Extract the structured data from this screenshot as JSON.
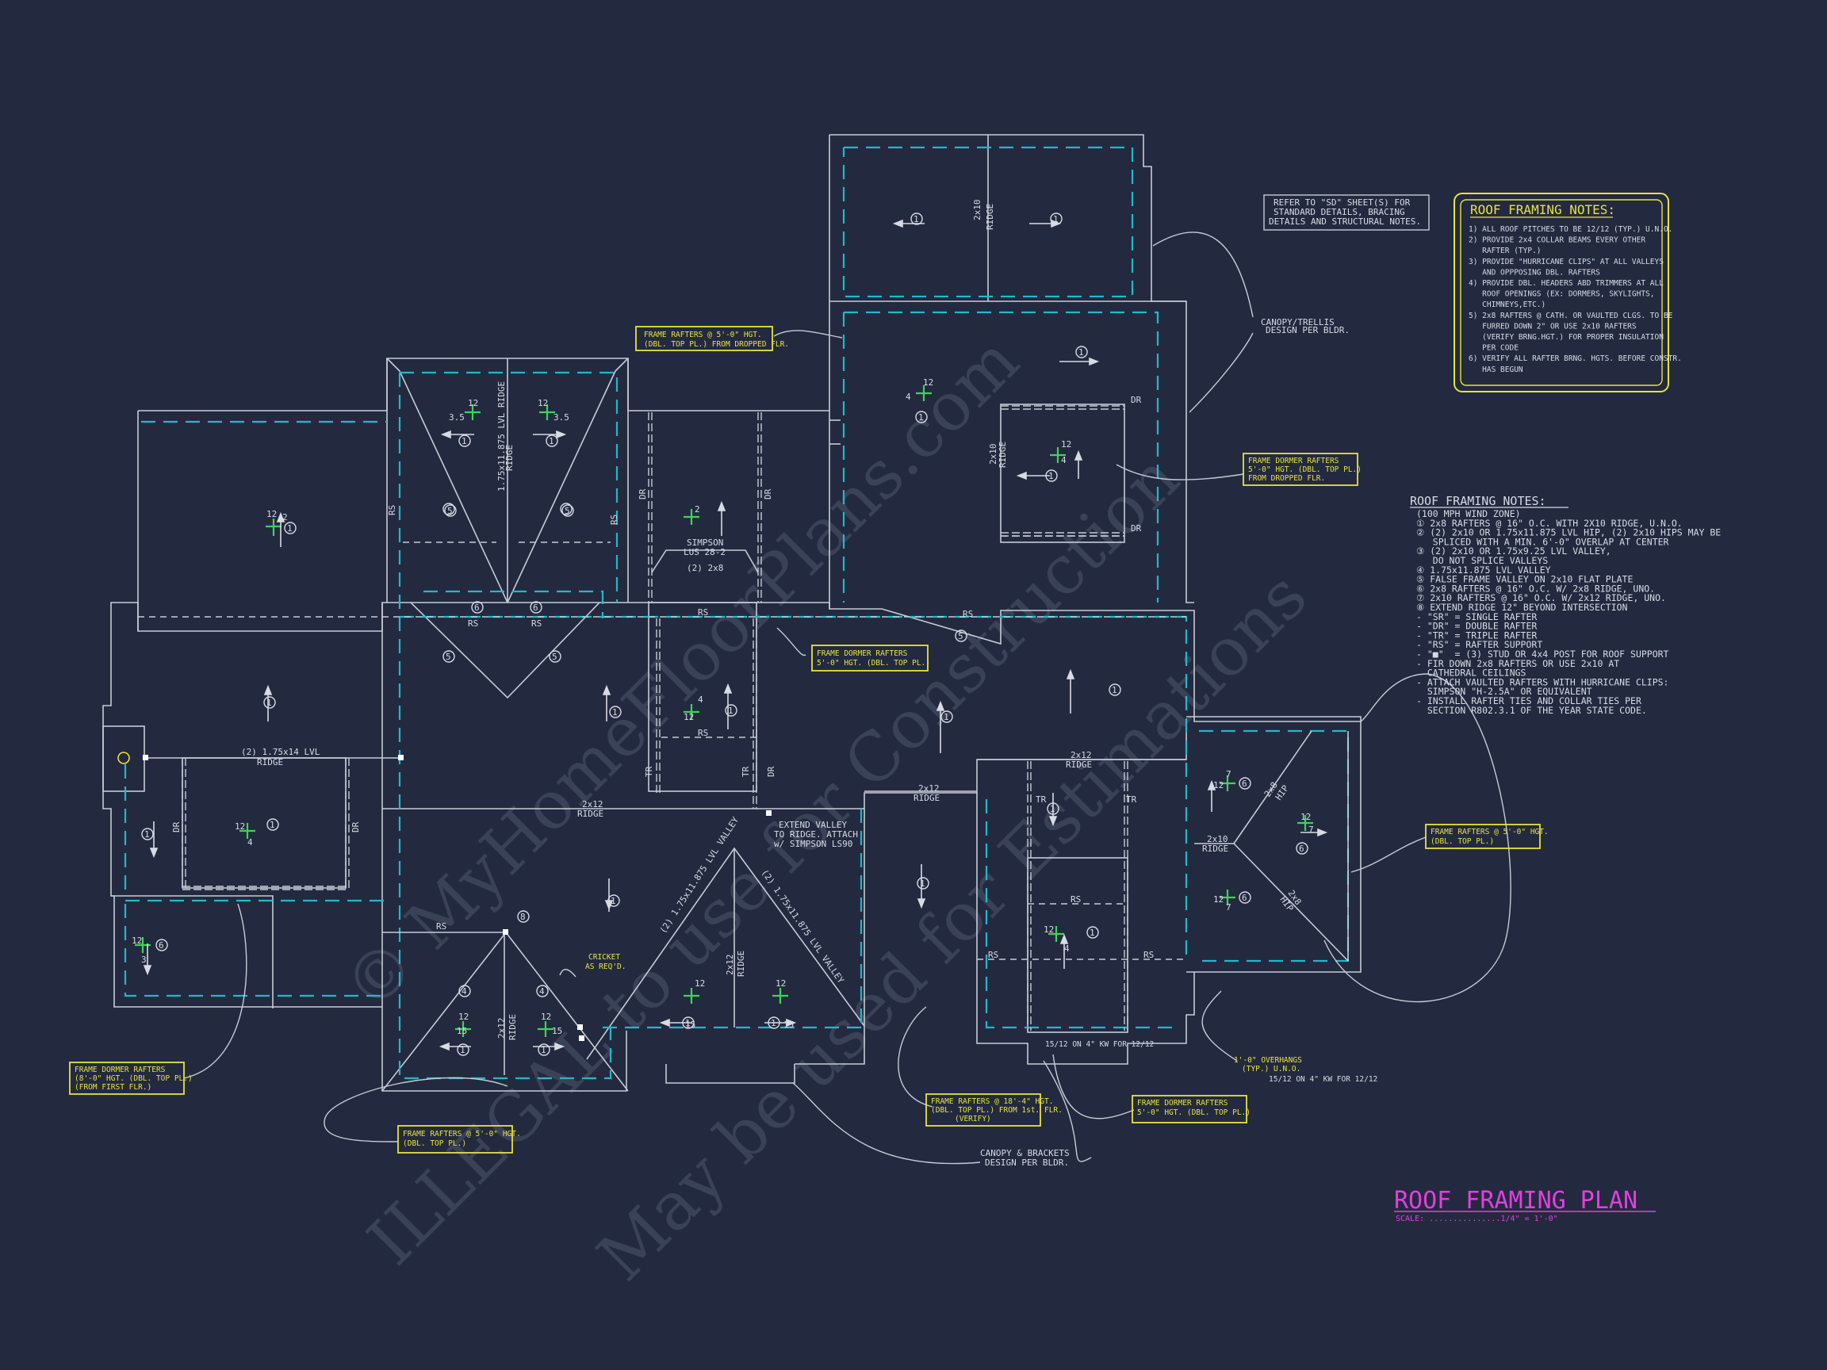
{
  "watermarks": [
    "© MyHomeFloorPlans.com",
    "ILLEGAL to use for Construction",
    "May be used for Estimations"
  ],
  "notes_box": {
    "heading": "ROOF FRAMING NOTES:",
    "items": [
      "1) ALL ROOF PITCHES TO BE 12/12 (TYP.) U.N.O.",
      "2) PROVIDE 2x4 COLLAR BEAMS EVERY OTHER",
      "   RAFTER (TYP.)",
      "3) PROVIDE \"HURRICANE CLIPS\" AT ALL VALLEYS",
      "   AND OPPPOSING DBL. RAFTERS",
      "4) PROVIDE DBL. HEADERS ABD TRIMMERS AT ALL",
      "   ROOF OPENINGS (EX: DORMERS, SKYLIGHTS,",
      "   CHIMNEYS,ETC.)",
      "5) 2x8 RAFTERS @ CATH. OR VAULTED CLGS. TO BE",
      "   FURRED DOWN 2\" OR USE 2x10 RAFTERS",
      "   (VERIFY BRNG.HGT.) FOR PROPER INSULATION",
      "   PER CODE",
      "6) VERIFY ALL RAFTER BRNG. HGTS. BEFORE CONSTR.",
      "   HAS BEGUN"
    ]
  },
  "refer_note": [
    "REFER TO \"SD\" SHEET(S) FOR",
    "STANDARD DETAILS, BRACING",
    "DETAILS AND STRUCTURAL NOTES."
  ],
  "legend": {
    "heading": "ROOF FRAMING NOTES:",
    "items": [
      "(100 MPH WIND ZONE)",
      "① 2x8 RAFTERS @ 16\" O.C. WITH 2X10 RIDGE, U.N.O.",
      "② (2) 2x10 OR 1.75x11.875 LVL HIP, (2) 2x10 HIPS MAY BE",
      "   SPLICED WITH A MIN. 6'-0\" OVERLAP AT CENTER",
      "③ (2) 2x10 OR 1.75x9.25 LVL VALLEY,",
      "   DO NOT SPLICE VALLEYS",
      "④ 1.75x11.875 LVL VALLEY",
      "⑤ FALSE FRAME VALLEY ON 2x10 FLAT PLATE",
      "⑥ 2x8 RAFTERS @ 16\" O.C. W/ 2x8 RIDGE, UNO.",
      "⑦ 2x10 RAFTERS @ 16\" O.C. W/ 2x12 RIDGE, UNO.",
      "⑧ EXTEND RIDGE 12\" BEYOND INTERSECTION",
      "- \"SR\" = SINGLE RAFTER",
      "- \"DR\" = DOUBLE RAFTER",
      "- \"TR\" = TRIPLE RAFTER",
      "- \"RS\" = RAFTER SUPPORT",
      "- \"■\"  = (3) STUD OR 4x4 POST FOR ROOF SUPPORT",
      "- FIR DOWN 2x8 RAFTERS OR USE 2x10 AT",
      "  CATHEDRAL CEILINGS",
      "- ATTACH VAULTED RAFTERS WITH HURRICANE CLIPS:",
      "  SIMPSON \"H-2.5A\" OR EQUIVALENT",
      "- INSTALL RAFTER TIES AND COLLAR TIES PER",
      "  SECTION R802.3.1 OF THE YEAR STATE CODE."
    ]
  },
  "callouts": {
    "c1": [
      "FRAME RAFTERS @ 5'-0\" HGT.",
      "(DBL. TOP PL.) FROM DROPPED FLR."
    ],
    "c2": [
      "FRAME DORMER RAFTERS",
      "5'-0\" HGT. (DBL. TOP PL.)",
      "FROM DROPPED FLR."
    ],
    "c3": [
      "FRAME DORMER RAFTERS",
      "5'-0\" HGT. (DBL. TOP PL.)"
    ],
    "c4": [
      "FRAME RAFTERS @ 5'-0\" HGT.",
      "(DBL. TOP PL.)"
    ],
    "c5": [
      "FRAME DORMER RAFTERS",
      "(8'-0\" HGT. (DBL. TOP PL.)",
      "(FROM FIRST FLR.)"
    ],
    "c6": [
      "FRAME RAFTERS @ 5'-0\" HGT.",
      "(DBL. TOP PL.)"
    ],
    "c7": [
      "FRAME RAFTERS @ 18'-4\" HGT.",
      "(DBL. TOP PL.) FROM 1st. FLR.",
      "(VERIFY)"
    ],
    "c8": [
      "FRAME DORMER RAFTERS",
      "5'-0\" HGT. (DBL. TOP PL.)"
    ],
    "cricket": [
      "CRICKET",
      "AS REQ'D."
    ],
    "overhang": [
      "1'-0\" OVERHANGS",
      "(TYP.) U.N.O."
    ]
  },
  "plan_text": {
    "canopy_trellis": [
      "CANOPY/TRELLIS",
      "DESIGN PER BLDR."
    ],
    "canopy_brackets": [
      "CANOPY & BRACKETS",
      "DESIGN PER BLDR."
    ],
    "simpson": [
      "SIMPSON",
      "LUS 28-2"
    ],
    "extend_valley": [
      "EXTEND VALLEY",
      "TO RIDGE. ATTACH",
      "w/ SIMPSON LS90"
    ],
    "lvl_ridge_main": [
      "(2) 1.75x14 LVL",
      "RIDGE"
    ],
    "lvl_ridge_vert": "1.75x11.875 LVL RIDGE",
    "ridge_2x12": [
      "2x12",
      "RIDGE"
    ],
    "ridge_2x10": [
      "2x10",
      "RIDGE"
    ],
    "valley_a": "(2) 1.75x11.875 LVL VALLEY",
    "valley_b": "(2) 1.75x11.875 LVL VALLEY",
    "two_x_eight": "(2) 2x8",
    "hip": [
      "2x8",
      "HIP"
    ],
    "pitch_note": "15/12 ON 4\" KW FOR 12/12",
    "rs": "RS",
    "dr": "DR",
    "tr": "TR",
    "one": "1",
    "five": "5",
    "six": "6",
    "four": "4",
    "eight": "8",
    "two": "2",
    "p12": "12",
    "p35": "3.5",
    "p4": "4",
    "p15": "15",
    "p3": "3",
    "p7": "7"
  },
  "title": {
    "main": "ROOF FRAMING PLAN",
    "scale": "SCALE: ...............1/4\" = 1'-0\""
  }
}
